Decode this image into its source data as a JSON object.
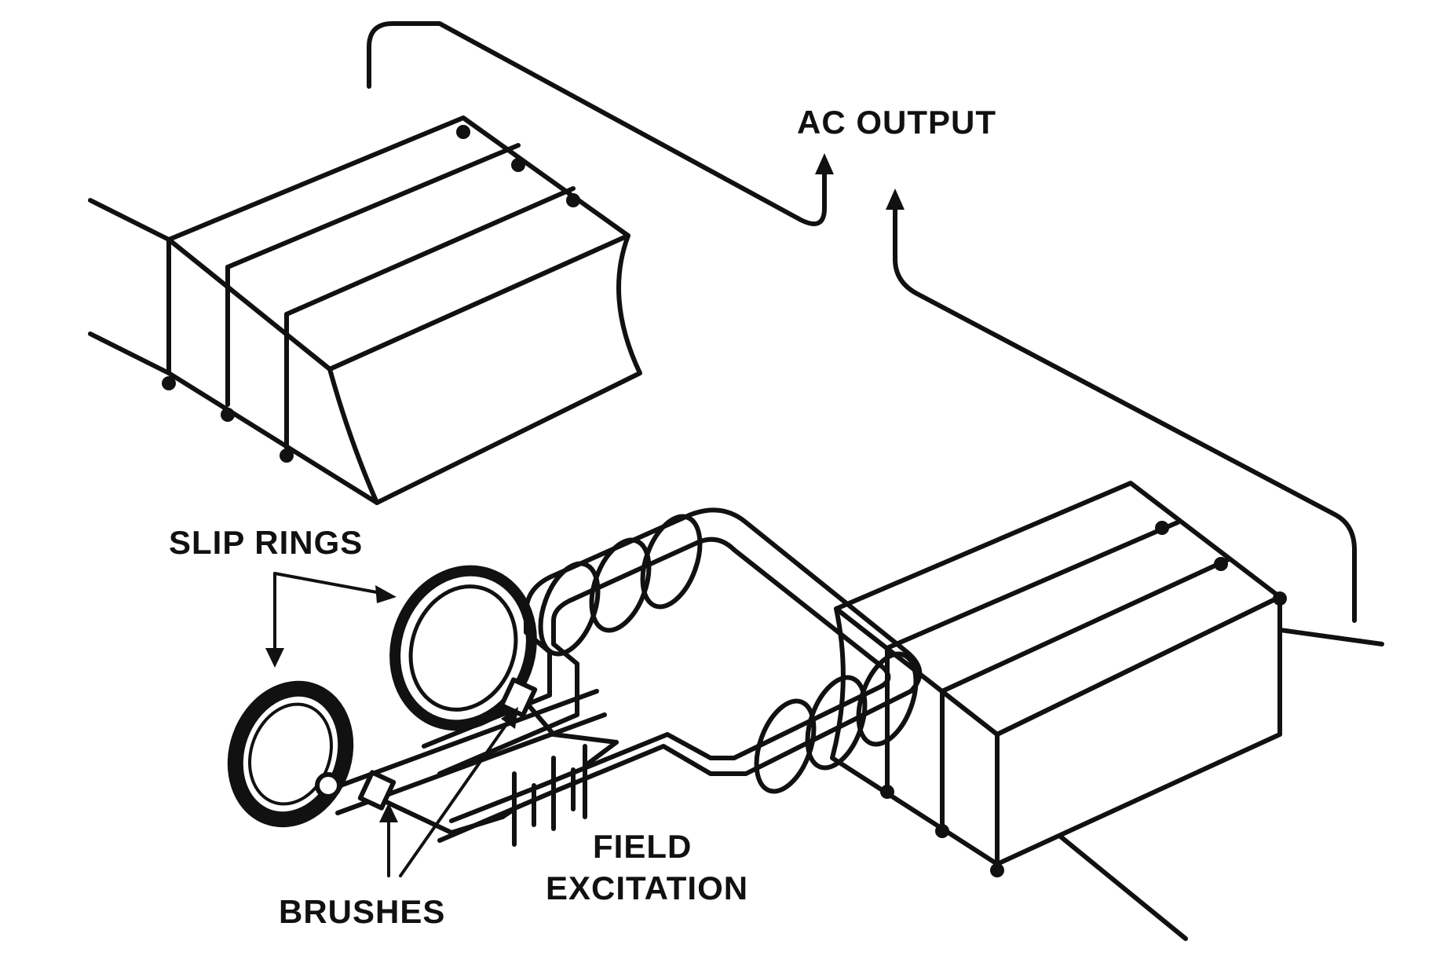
{
  "labels": {
    "ac_output": "AC OUTPUT",
    "slip_rings": "SLIP RINGS",
    "brushes": "BRUSHES",
    "field": "FIELD",
    "excitation": "EXCITATION"
  },
  "colors": {
    "ink": "#111111",
    "background": "#ffffff"
  }
}
